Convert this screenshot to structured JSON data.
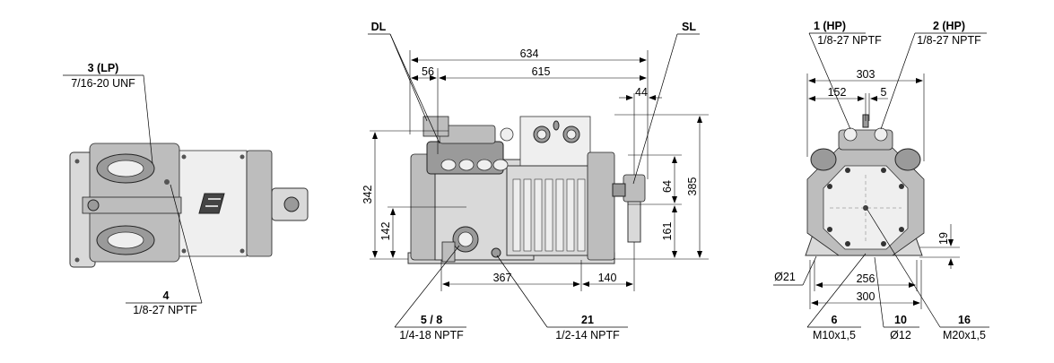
{
  "callouts": {
    "c3": {
      "label": "3 (LP)",
      "spec": "7/16-20 UNF"
    },
    "c4": {
      "label": "4",
      "spec": "1/8-27 NPTF"
    },
    "dl": {
      "label": "DL"
    },
    "sl": {
      "label": "SL"
    },
    "c58": {
      "label": "5 / 8",
      "spec": "1/4-18 NPTF"
    },
    "c21": {
      "label": "21",
      "spec": "1/2-14 NPTF"
    },
    "c1": {
      "label": "1 (HP)",
      "spec": "1/8-27 NPTF"
    },
    "c2": {
      "label": "2 (HP)",
      "spec": "1/8-27 NPTF"
    },
    "c6": {
      "label": "6",
      "spec": "M10x1,5"
    },
    "c10": {
      "label": "10",
      "spec": "Ø12"
    },
    "c16": {
      "label": "16",
      "spec": "M20x1,5"
    }
  },
  "dimensions": {
    "d634": "634",
    "d56": "56",
    "d615": "615",
    "d44": "44",
    "d342": "342",
    "d142": "142",
    "d64": "64",
    "d161": "161",
    "d385": "385",
    "d367": "367",
    "d140": "140",
    "d303": "303",
    "d152": "152",
    "d5": "5",
    "d19": "19",
    "d256": "256",
    "d300": "300",
    "d21": "Ø21"
  }
}
